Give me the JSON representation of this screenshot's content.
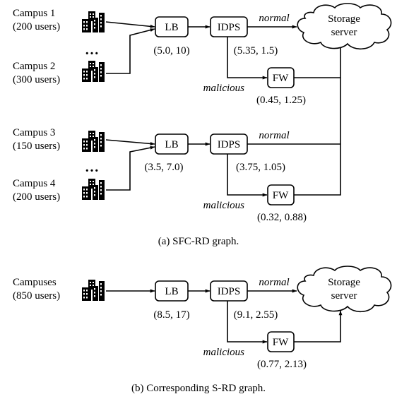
{
  "graph_a": {
    "campus1": {
      "name": "Campus 1",
      "users": "(200 users)"
    },
    "dots_1": "…",
    "campus2": {
      "name": "Campus 2",
      "users": "(300 users)"
    },
    "campus3": {
      "name": "Campus 3",
      "users": "(150 users)"
    },
    "dots_2": "…",
    "campus4": {
      "name": "Campus 4",
      "users": "(200 users)"
    },
    "chain1": {
      "lb": {
        "label": "LB",
        "value": "(5.0, 10)"
      },
      "idps": {
        "label": "IDPS",
        "value": "(5.35, 1.5)"
      },
      "fw": {
        "label": "FW",
        "value": "(0.45, 1.25)"
      },
      "normal": "normal",
      "malicious": "malicious"
    },
    "chain2": {
      "lb": {
        "label": "LB",
        "value": "(3.5, 7.0)"
      },
      "idps": {
        "label": "IDPS",
        "value": "(3.75, 1.05)"
      },
      "fw": {
        "label": "FW",
        "value": "(0.32, 0.88)"
      },
      "normal": "normal",
      "malicious": "malicious"
    },
    "storage": {
      "line1": "Storage",
      "line2": "server"
    },
    "caption": "(a) SFC-RD graph."
  },
  "graph_b": {
    "campuses": {
      "name": "Campuses",
      "users": "(850 users)"
    },
    "lb": {
      "label": "LB",
      "value": "(8.5, 17)"
    },
    "idps": {
      "label": "IDPS",
      "value": "(9.1, 2.55)"
    },
    "fw": {
      "label": "FW",
      "value": "(0.77, 2.13)"
    },
    "normal": "normal",
    "malicious": "malicious",
    "storage": {
      "line1": "Storage",
      "line2": "server"
    },
    "caption": "(b) Corresponding S-RD graph."
  }
}
